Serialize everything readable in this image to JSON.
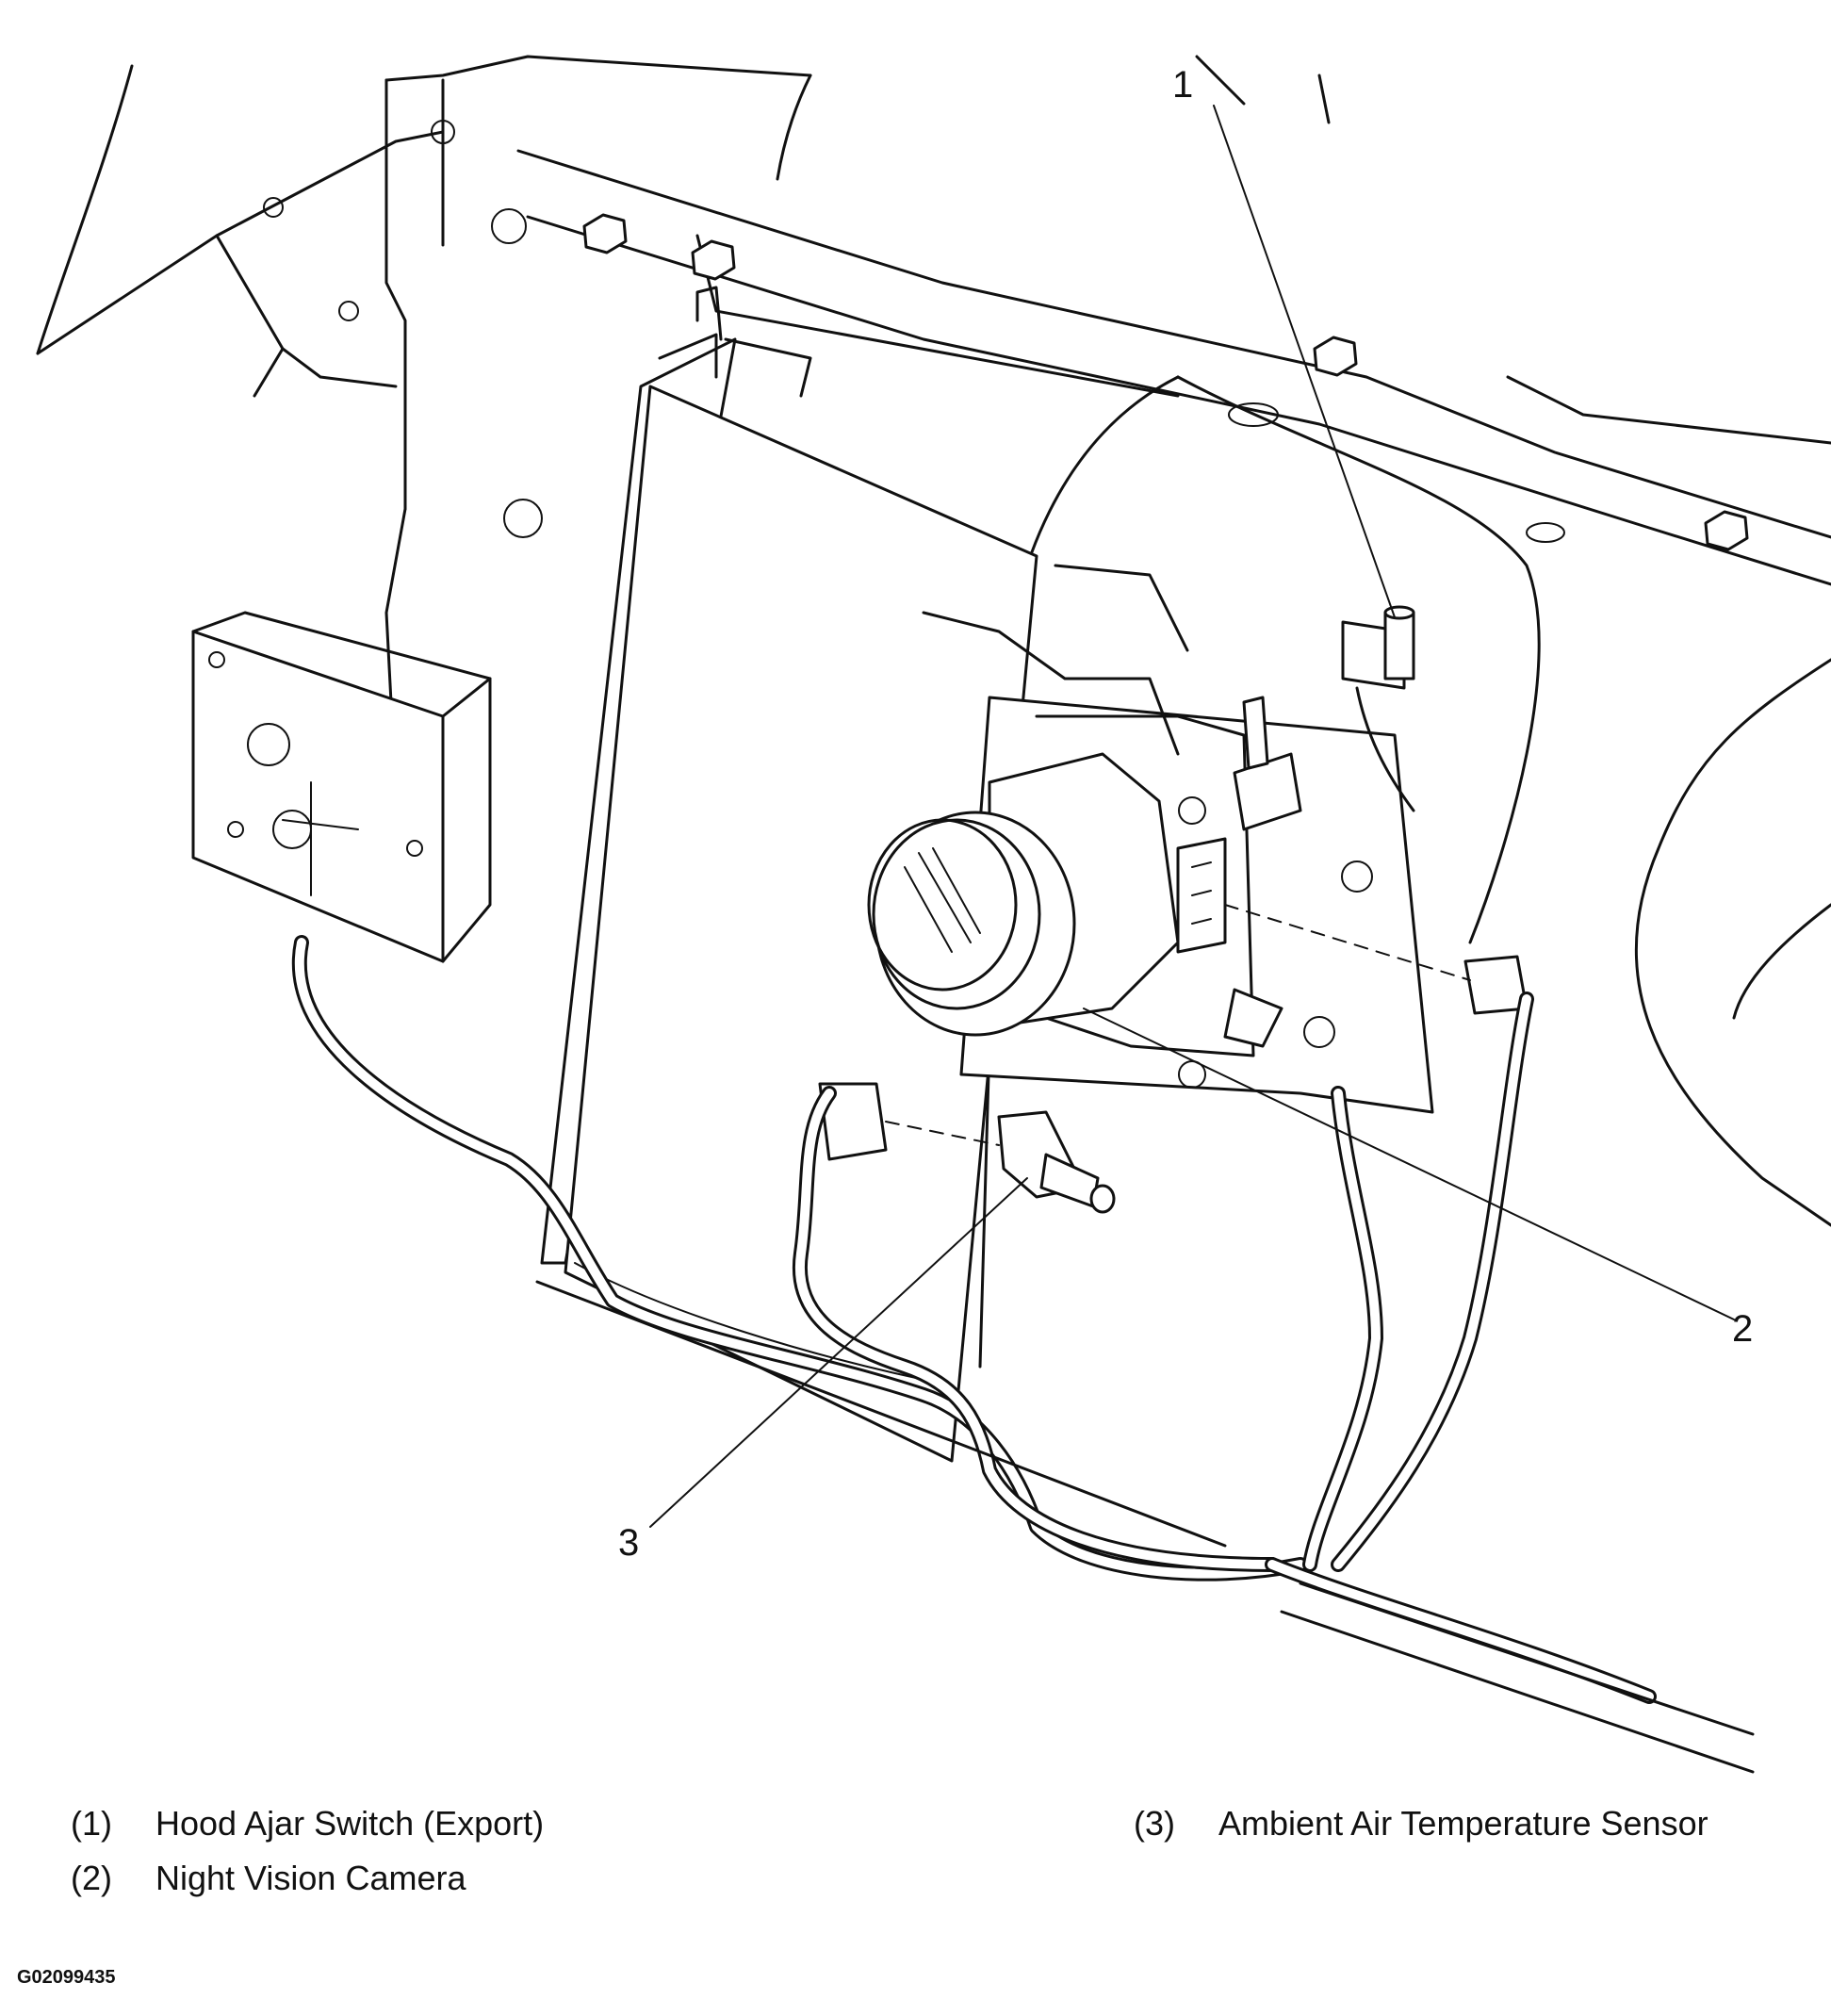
{
  "callouts": [
    {
      "number": "1"
    },
    {
      "number": "2"
    },
    {
      "number": "3"
    }
  ],
  "legend": [
    {
      "number": "(1)",
      "label": "Hood Ajar Switch (Export)"
    },
    {
      "number": "(2)",
      "label": "Night Vision Camera"
    },
    {
      "number": "(3)",
      "label": "Ambient Air Temperature Sensor"
    }
  ],
  "figure_code": "G02099435"
}
